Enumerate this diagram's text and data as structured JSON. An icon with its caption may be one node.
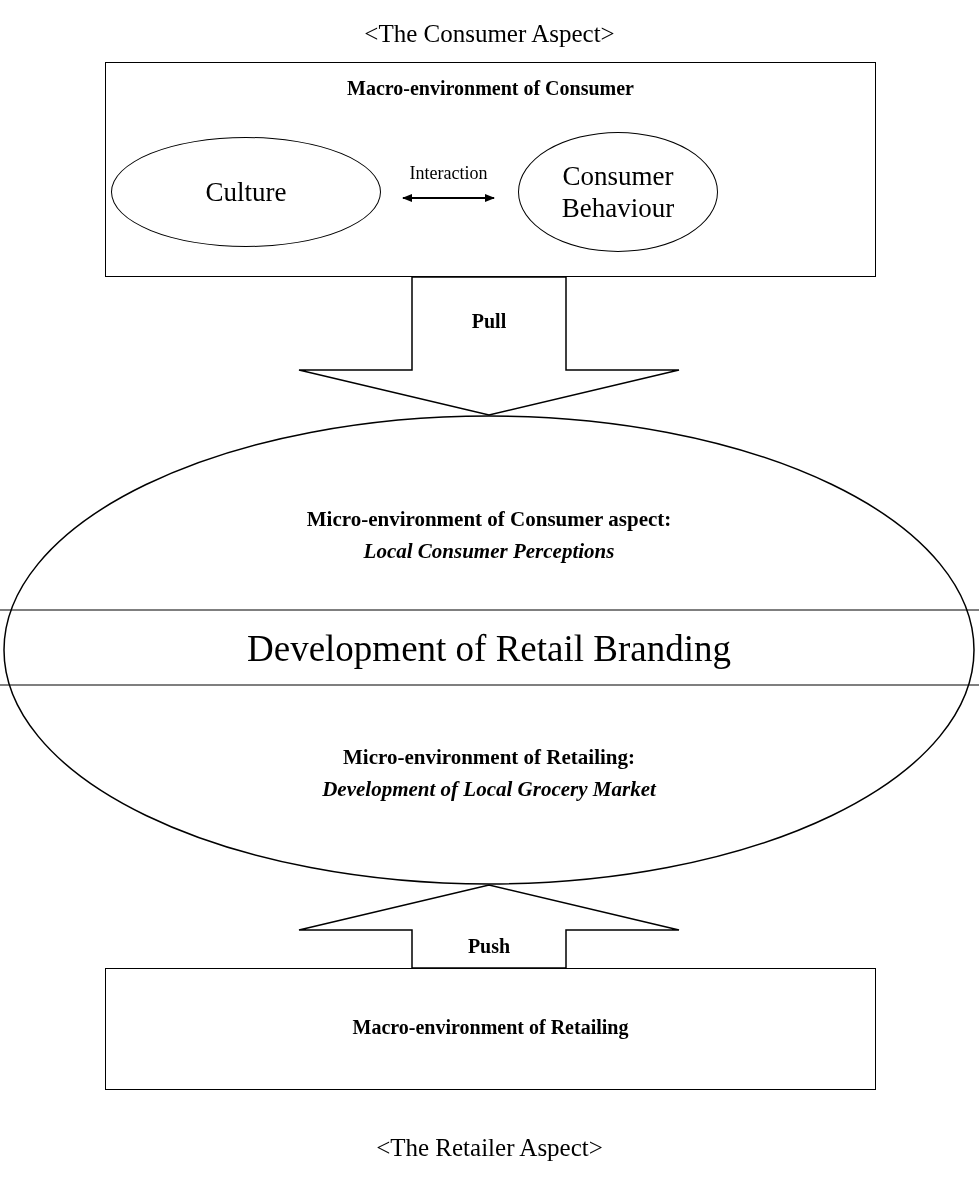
{
  "diagram": {
    "title": "<The Consumer Aspect>",
    "caption": "<The Retailer Aspect>",
    "nodes": [
      {
        "text": [
          "Macro-environment of Consumer"
        ]
      },
      {
        "text": [
          "Culture"
        ],
        "in": 0
      },
      {
        "text": [
          "Consumer Behaviour"
        ],
        "in": 0
      },
      {
        "text": [
          "Micro-environment of Consumer aspect:",
          "Local Consumer Perceptions",
          "Development of Retail Branding",
          "Micro-environment of Retailing:",
          "Development of Local Grocery Market"
        ]
      },
      {
        "text": [
          "Macro-environment of Retailing"
        ]
      }
    ],
    "edges": [
      {
        "from": 1,
        "to": 2,
        "arrow": "both",
        "label": "Interaction"
      },
      {
        "from": 0,
        "to": 3,
        "arrow": "to",
        "label": "Pull",
        "style": "thick"
      },
      {
        "from": 4,
        "to": 3,
        "arrow": "to",
        "label": "Push",
        "style": "thick"
      }
    ]
  }
}
